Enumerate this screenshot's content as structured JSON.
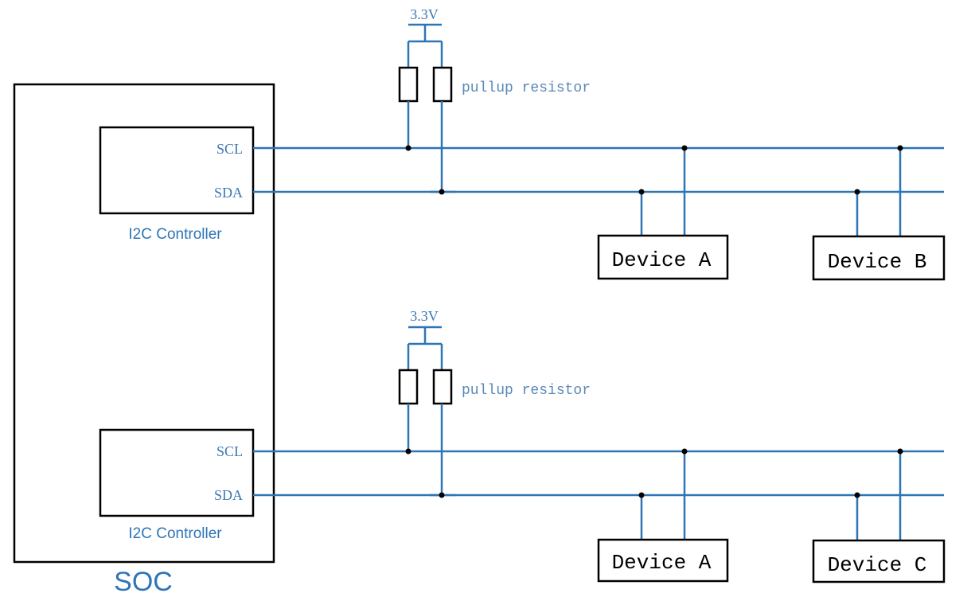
{
  "soc": {
    "label": "SOC"
  },
  "bus1": {
    "controller_label": "I2C Controller",
    "scl_label": "SCL",
    "sda_label": "SDA",
    "supply_label": "3.3V",
    "resistor_label": "pullup resistor",
    "devices": [
      "Device A",
      "Device B"
    ]
  },
  "bus2": {
    "controller_label": "I2C Controller",
    "scl_label": "SCL",
    "sda_label": "SDA",
    "supply_label": "3.3V",
    "resistor_label": "pullup resistor",
    "devices": [
      "Device A",
      "Device C"
    ]
  },
  "colors": {
    "wire": "#2e75b6",
    "outline": "#000000",
    "label": "#3c78b4"
  }
}
